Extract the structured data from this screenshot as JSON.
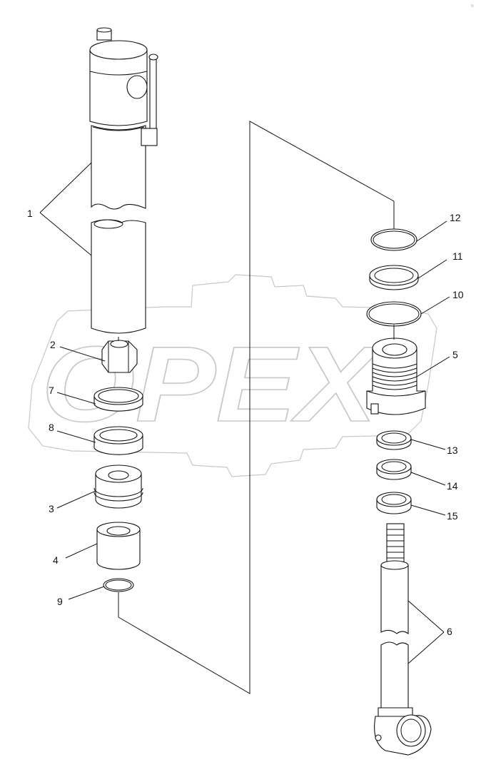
{
  "watermark": {
    "text": "OPEX"
  },
  "corner_mark": "© ",
  "callouts": [
    {
      "id": "c1",
      "text": "1"
    },
    {
      "id": "c2",
      "text": "2"
    },
    {
      "id": "c3",
      "text": "3"
    },
    {
      "id": "c4",
      "text": "4"
    },
    {
      "id": "c5",
      "text": "5"
    },
    {
      "id": "c6",
      "text": "6"
    },
    {
      "id": "c7",
      "text": "7"
    },
    {
      "id": "c8",
      "text": "8"
    },
    {
      "id": "c9",
      "text": "9"
    },
    {
      "id": "c10",
      "text": "10"
    },
    {
      "id": "c11",
      "text": "11"
    },
    {
      "id": "c12",
      "text": "12"
    },
    {
      "id": "c13",
      "text": "13"
    },
    {
      "id": "c14",
      "text": "14"
    },
    {
      "id": "c15",
      "text": "15"
    }
  ]
}
